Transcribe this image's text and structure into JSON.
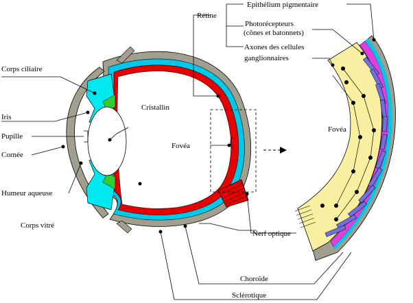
{
  "diagram": {
    "labels": {
      "retine": "Rétine",
      "epithelium": "Epithélium pigmentaire",
      "photorecepteurs_1": "Photorécepteurs",
      "photorecepteurs_2": "(cônes et batonnets)",
      "axones_1": "Axones des cellules",
      "axones_2": "ganglionnaires",
      "corps_ciliaire": "Corps ciliaire",
      "cristallin": "Cristallin",
      "iris": "Iris",
      "pupille": "Pupille",
      "cornee": "Cornée",
      "fovea": "Fovéa",
      "fovea_zoom": "Fovéa",
      "humeur_aqueuse": "Humeur aqueuse",
      "corps_vitre": "Corps vitré",
      "nerf_optique": "Nerf optique",
      "choroide": "Choroïde",
      "sclerotique": "Sclérotique"
    },
    "colors": {
      "sclera": "#a39f8f",
      "choroid": "#00c8e8",
      "retina": "#e80000",
      "ciliary": "#00e8f0",
      "lens_zonule": "#33cc33",
      "retina_zoom_fill": "#f8f0a0",
      "pigment_layer": "#e040e0",
      "photoreceptor": "#7070e0"
    }
  }
}
